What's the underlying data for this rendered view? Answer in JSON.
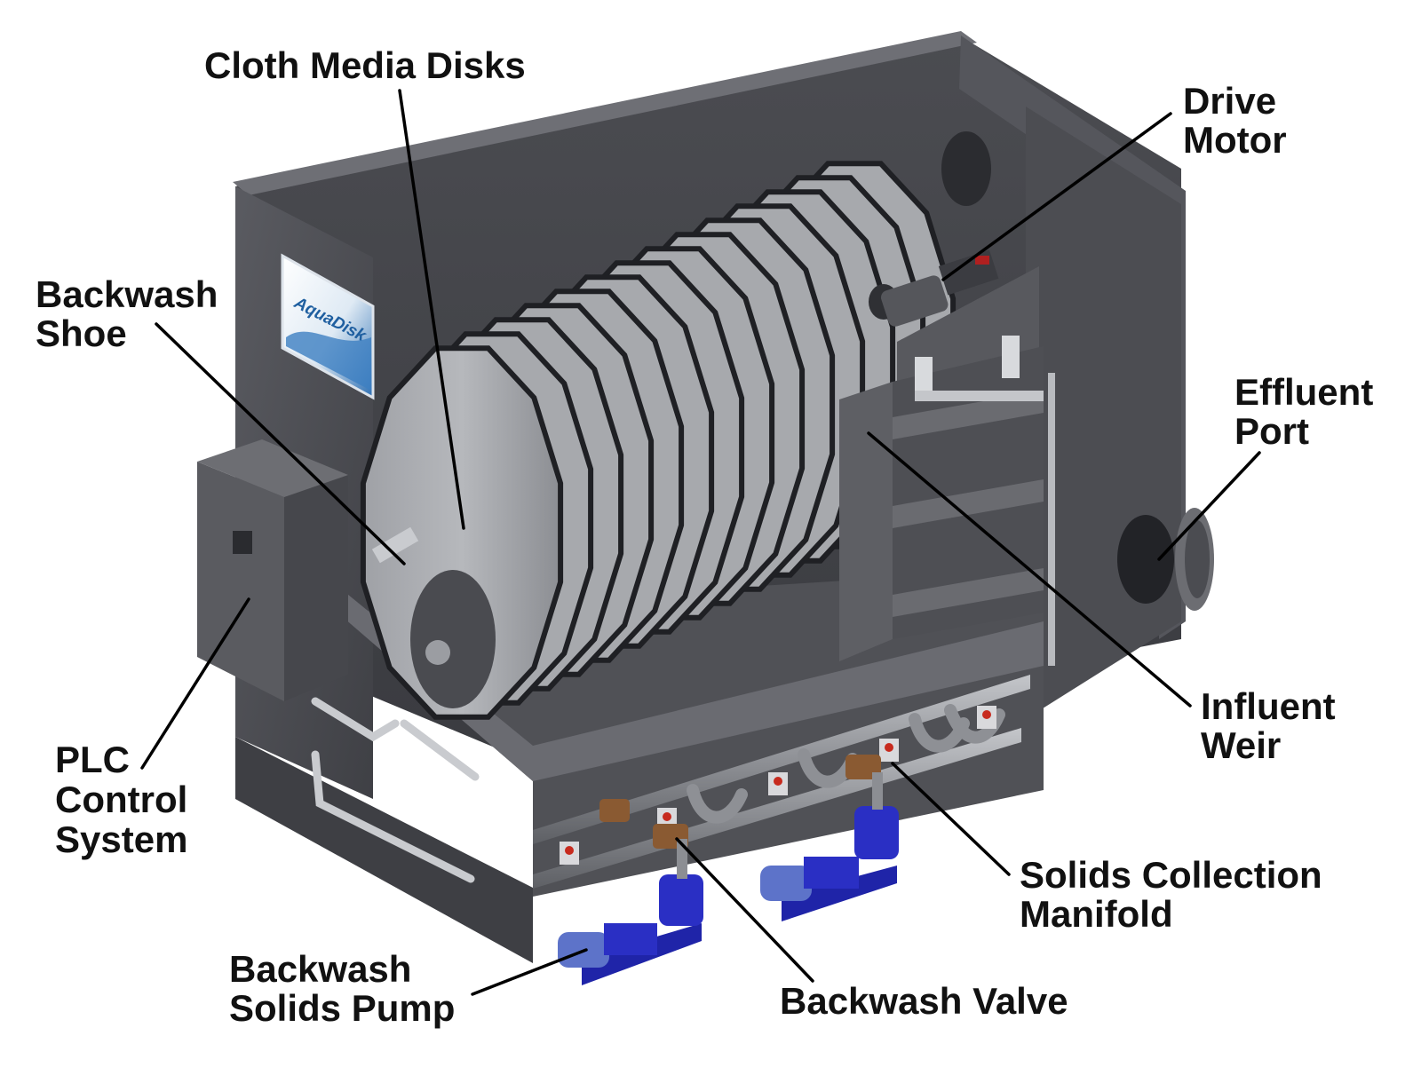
{
  "brand_panel": {
    "logo_text": "AquaDisk"
  },
  "labels": {
    "cloth_media_disks": [
      "Cloth Media Disks"
    ],
    "drive_motor": [
      "Drive",
      "Motor"
    ],
    "backwash_shoe": [
      "Backwash",
      "Shoe"
    ],
    "effluent_port": [
      "Effluent",
      "Port"
    ],
    "plc_control_system": [
      "PLC",
      "Control",
      "System"
    ],
    "influent_weir": [
      "Influent",
      "Weir"
    ],
    "solids_collection_manifold": [
      "Solids Collection",
      "Manifold"
    ],
    "backwash_solids_pump": [
      "Backwash",
      "Solids Pump"
    ],
    "backwash_valve": [
      "Backwash Valve"
    ]
  },
  "colors": {
    "tank_dark": "#47484d",
    "tank_mid": "#5b5c62",
    "tank_light": "#77787e",
    "disk": "#a9abaf",
    "disk_edge": "#1f2024",
    "pipe": "#9a9ca1",
    "pump_blue": "#2a2fc4",
    "valve_bronze": "#8a5a32",
    "label_text": "#111111"
  }
}
